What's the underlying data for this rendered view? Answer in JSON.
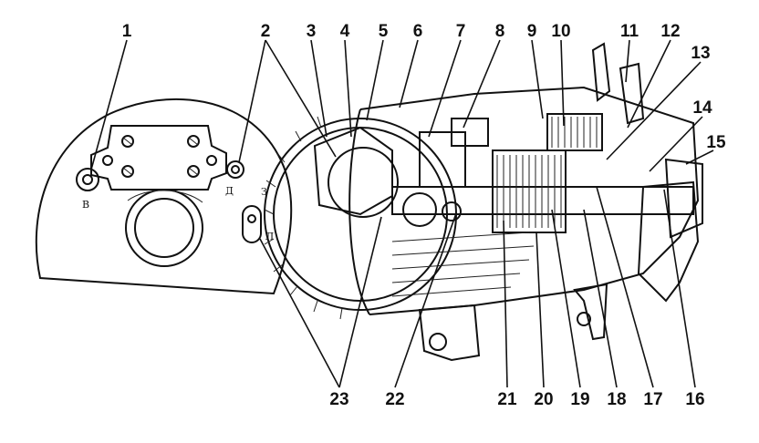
{
  "callouts": [
    "1",
    "2",
    "3",
    "4",
    "5",
    "6",
    "7",
    "8",
    "9",
    "10",
    "11",
    "12",
    "13",
    "14",
    "15",
    "16",
    "17",
    "18",
    "19",
    "20",
    "21",
    "22",
    "23"
  ],
  "terminal_marks": {
    "left": "В",
    "right": "Д",
    "switch_top": "З",
    "switch_bottom": "Л"
  }
}
